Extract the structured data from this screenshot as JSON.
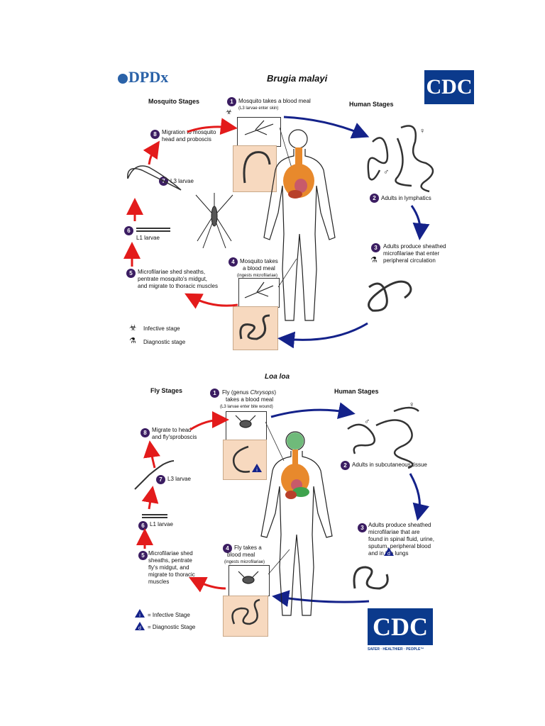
{
  "colors": {
    "red": "#e31b1b",
    "blue": "#14228a",
    "purple": "#3b1d62",
    "peach": "#f7d9bf",
    "cdc": "#0b3a8c",
    "orange": "#e8892c",
    "green": "#3fa34d"
  },
  "top": {
    "logo": "DPDx",
    "title": "Brugia malayi",
    "left_heading": "Mosquito Stages",
    "right_heading": "Human Stages",
    "cdc": "CDC",
    "steps": {
      "s1": {
        "n": "1",
        "text": "Mosquito takes a blood meal",
        "sub": "(L3 larvae enter skin)"
      },
      "s2": {
        "n": "2",
        "text": "Adults in lymphatics"
      },
      "s3": {
        "n": "3",
        "l1": "Adults produce sheathed",
        "l2": "microfilariae that enter",
        "l3": "peripheral circulation"
      },
      "s4": {
        "n": "4",
        "l1": "Mosquito takes",
        "l2": "a blood meal",
        "sub": "(ingests microfilariae)"
      },
      "s5": {
        "n": "5",
        "l1": "Microfilariae shed sheaths,",
        "l2": "pentrate mosquito's midgut,",
        "l3": "and migrate to thoracic muscles"
      },
      "s6": {
        "n": "6",
        "text": "L1 larvae"
      },
      "s7": {
        "n": "7",
        "text": "L3 larvae"
      },
      "s8": {
        "n": "8",
        "l1": "Migration to mosquito",
        "l2": "head and proboscis"
      }
    },
    "legend": {
      "infective": "Infective stage",
      "diagnostic": "Diagnostic stage"
    },
    "female_symbol": "♀",
    "male_symbol": "♂"
  },
  "bottom": {
    "title": "Loa loa",
    "left_heading": "Fly Stages",
    "right_heading": "Human Stages",
    "cdc": "CDC",
    "cdc_tagline": "SAFER · HEALTHIER · PEOPLE™",
    "steps": {
      "s1": {
        "n": "1",
        "l1a": "Fly (genus ",
        "l1b": "Chrysops",
        "l1c": ")",
        "l2": "takes a blood meal",
        "sub": "(L3 larvae enter bite wound)"
      },
      "s2": {
        "n": "2",
        "text": "Adults in subcutaneous tissue"
      },
      "s3": {
        "n": "3",
        "l1": "Adults produce sheathed",
        "l2": "microfilariae that are",
        "l3": "found in spinal fluid, urine,",
        "l4": "sputum, peripheral blood",
        "l5": "and in the lungs"
      },
      "s4": {
        "n": "4",
        "l1": "Fly takes a",
        "l2": "blood meal",
        "sub": "(ingests microfilariae)"
      },
      "s5": {
        "n": "5",
        "l1": "Microfilariae shed",
        "l2": "sheaths, pentrate",
        "l3": "fly's midgut, and",
        "l4": "migrate to thoracic",
        "l5": "muscles"
      },
      "s6": {
        "n": "6",
        "text": "L1 larvae"
      },
      "s7": {
        "n": "7",
        "text": "L3 larvae"
      },
      "s8": {
        "n": "8",
        "l1": "Migrate to head",
        "l2": "and fly'sproboscis"
      }
    },
    "legend": {
      "infective": "= Infective Stage",
      "diagnostic": "= Diagnostic Stage",
      "i": "i",
      "d": "d"
    },
    "female_symbol": "♀",
    "male_symbol": "♂"
  }
}
